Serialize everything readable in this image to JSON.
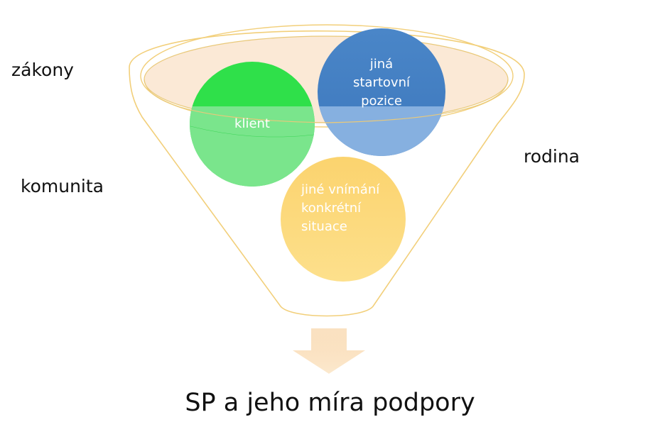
{
  "labels": {
    "left_top": "zákony",
    "left_bottom": "komunita",
    "right": "rodina"
  },
  "circles": {
    "client": "klient",
    "start_position": [
      "jiná",
      "startovní",
      "pozice"
    ],
    "perception": [
      "jiné vnímání",
      "konkrétní",
      "situace"
    ]
  },
  "result": "SP a jeho míra podpory",
  "colors": {
    "funnel_outline": "#f2cf7a",
    "funnel_fill": "#fbe9d6",
    "client_circle": "#2fe04a",
    "start_circle": "#4a86c8",
    "perception_circle": "#fcd77a",
    "arrow": "#f6d9b0"
  }
}
